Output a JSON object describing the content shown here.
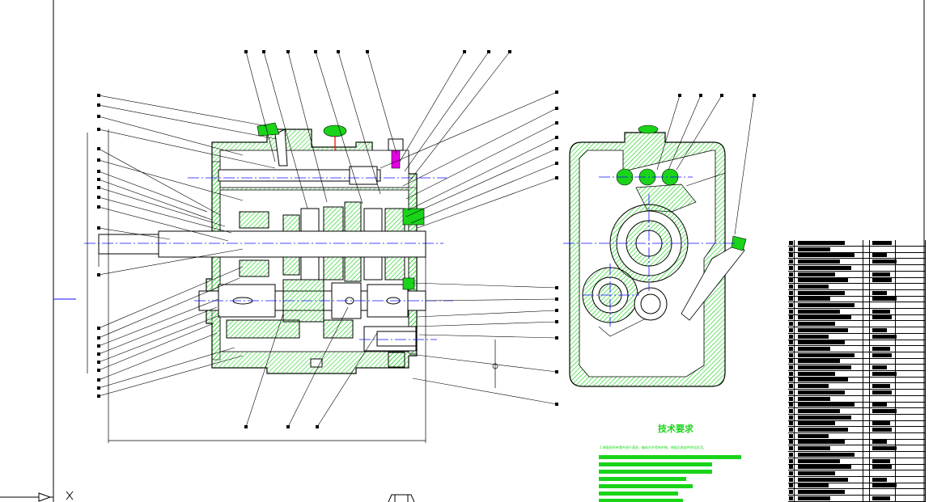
{
  "drawing": {
    "colors": {
      "outline": "#000000",
      "hatch": "#19d419",
      "green_fill": "#19d419",
      "magenta": "#e600e6",
      "centerline": "#1010ff",
      "leader": "#000000"
    }
  },
  "tech_requirements": {
    "title": "技术要求",
    "note_1": "1.装配前所有零件进行清洗，箱体内不得有杂物，装配后各部件转动灵活。",
    "note_lines": 8
  },
  "bom": {
    "rows": 42
  }
}
